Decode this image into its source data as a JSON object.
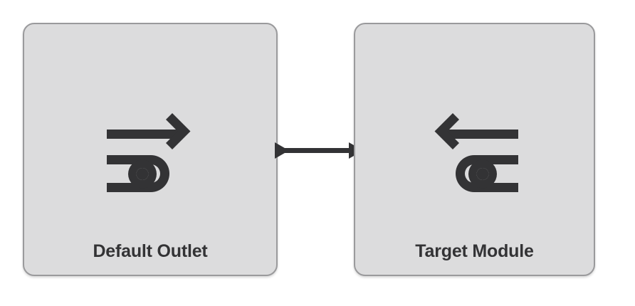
{
  "diagram": {
    "background_color": "#ffffff",
    "node_fill": "#dcdcdd",
    "node_border": "#9a9a9c",
    "icon_color": "#333335",
    "label_color": "#333335",
    "connector_color": "#333335",
    "nodes": [
      {
        "id": "default-outlet",
        "label": "Default Outlet",
        "icon": "router-outlet-icon"
      },
      {
        "id": "target-module",
        "label": "Target Module",
        "icon": "router-outlet-icon-mirrored"
      }
    ],
    "connector": {
      "id": "default-outlet-to-target-module",
      "direction": "right",
      "start_marker": "triangle-arrowhead",
      "end_marker": "triangle-arrowhead",
      "label": ""
    }
  }
}
